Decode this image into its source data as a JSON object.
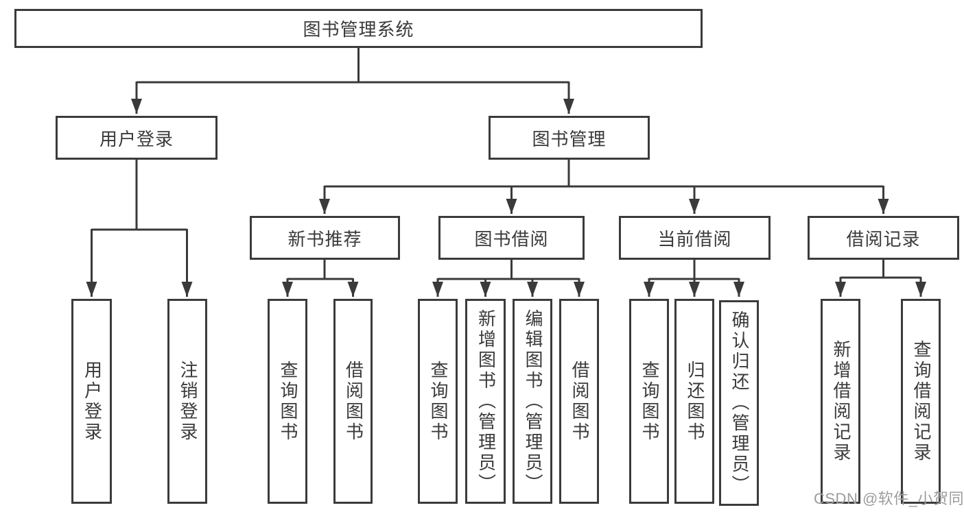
{
  "diagram_type": "hierarchy-tree",
  "colors": {
    "line": "#3a3a3a",
    "box_border": "#3b3b3b",
    "text": "#3a3a3a",
    "background": "#ffffff",
    "watermark": "#9c9c9c"
  },
  "nodes": {
    "root": "图书管理系统",
    "user_login": "用户登录",
    "book_mgmt": "图书管理",
    "new_book_rec": "新书推荐",
    "book_borrow": "图书借阅",
    "current_borrow": "当前借阅",
    "borrow_record": "借阅记录",
    "leaf_user_login": "用户登录",
    "leaf_logout": "注销登录",
    "leaf_query_book_1": "查询图书",
    "leaf_borrow_book_1": "借阅图书",
    "leaf_query_book_2": "查询图书",
    "leaf_add_book": "新增图书（管理员）",
    "leaf_edit_book": "编辑图书（管理员）",
    "leaf_borrow_book_2": "借阅图书",
    "leaf_query_book_3": "查询图书",
    "leaf_return_book": "归还图书",
    "leaf_confirm_return": "确认归还（管理员）",
    "leaf_add_record": "新增借阅记录",
    "leaf_query_record": "查询借阅记录"
  },
  "edges": [
    "root->user_login",
    "root->book_mgmt",
    "user_login->leaf_user_login",
    "user_login->leaf_logout",
    "book_mgmt->new_book_rec",
    "book_mgmt->book_borrow",
    "book_mgmt->current_borrow",
    "book_mgmt->borrow_record",
    "new_book_rec->leaf_query_book_1",
    "new_book_rec->leaf_borrow_book_1",
    "book_borrow->leaf_query_book_2",
    "book_borrow->leaf_add_book",
    "book_borrow->leaf_edit_book",
    "book_borrow->leaf_borrow_book_2",
    "current_borrow->leaf_query_book_3",
    "current_borrow->leaf_return_book",
    "current_borrow->leaf_confirm_return",
    "borrow_record->leaf_add_record",
    "borrow_record->leaf_query_record"
  ],
  "watermark": "CSDN @软件_小贺同学"
}
